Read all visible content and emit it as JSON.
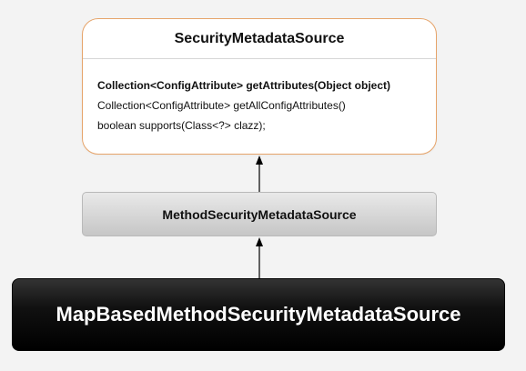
{
  "diagram": {
    "interface": {
      "name": "SecurityMetadataSource",
      "methods": [
        "Collection<ConfigAttribute> getAttributes(Object object)",
        "Collection<ConfigAttribute> getAllConfigAttributes()",
        "boolean supports(Class<?> clazz);"
      ]
    },
    "middle_class": {
      "name": "MethodSecurityMetadataSource"
    },
    "bottom_class": {
      "name": "MapBasedMethodSecurityMetadataSource"
    }
  },
  "colors": {
    "interface_border": "#e6a46a",
    "middle_fill": "#d6d6d6",
    "bottom_fill": "#000000"
  }
}
